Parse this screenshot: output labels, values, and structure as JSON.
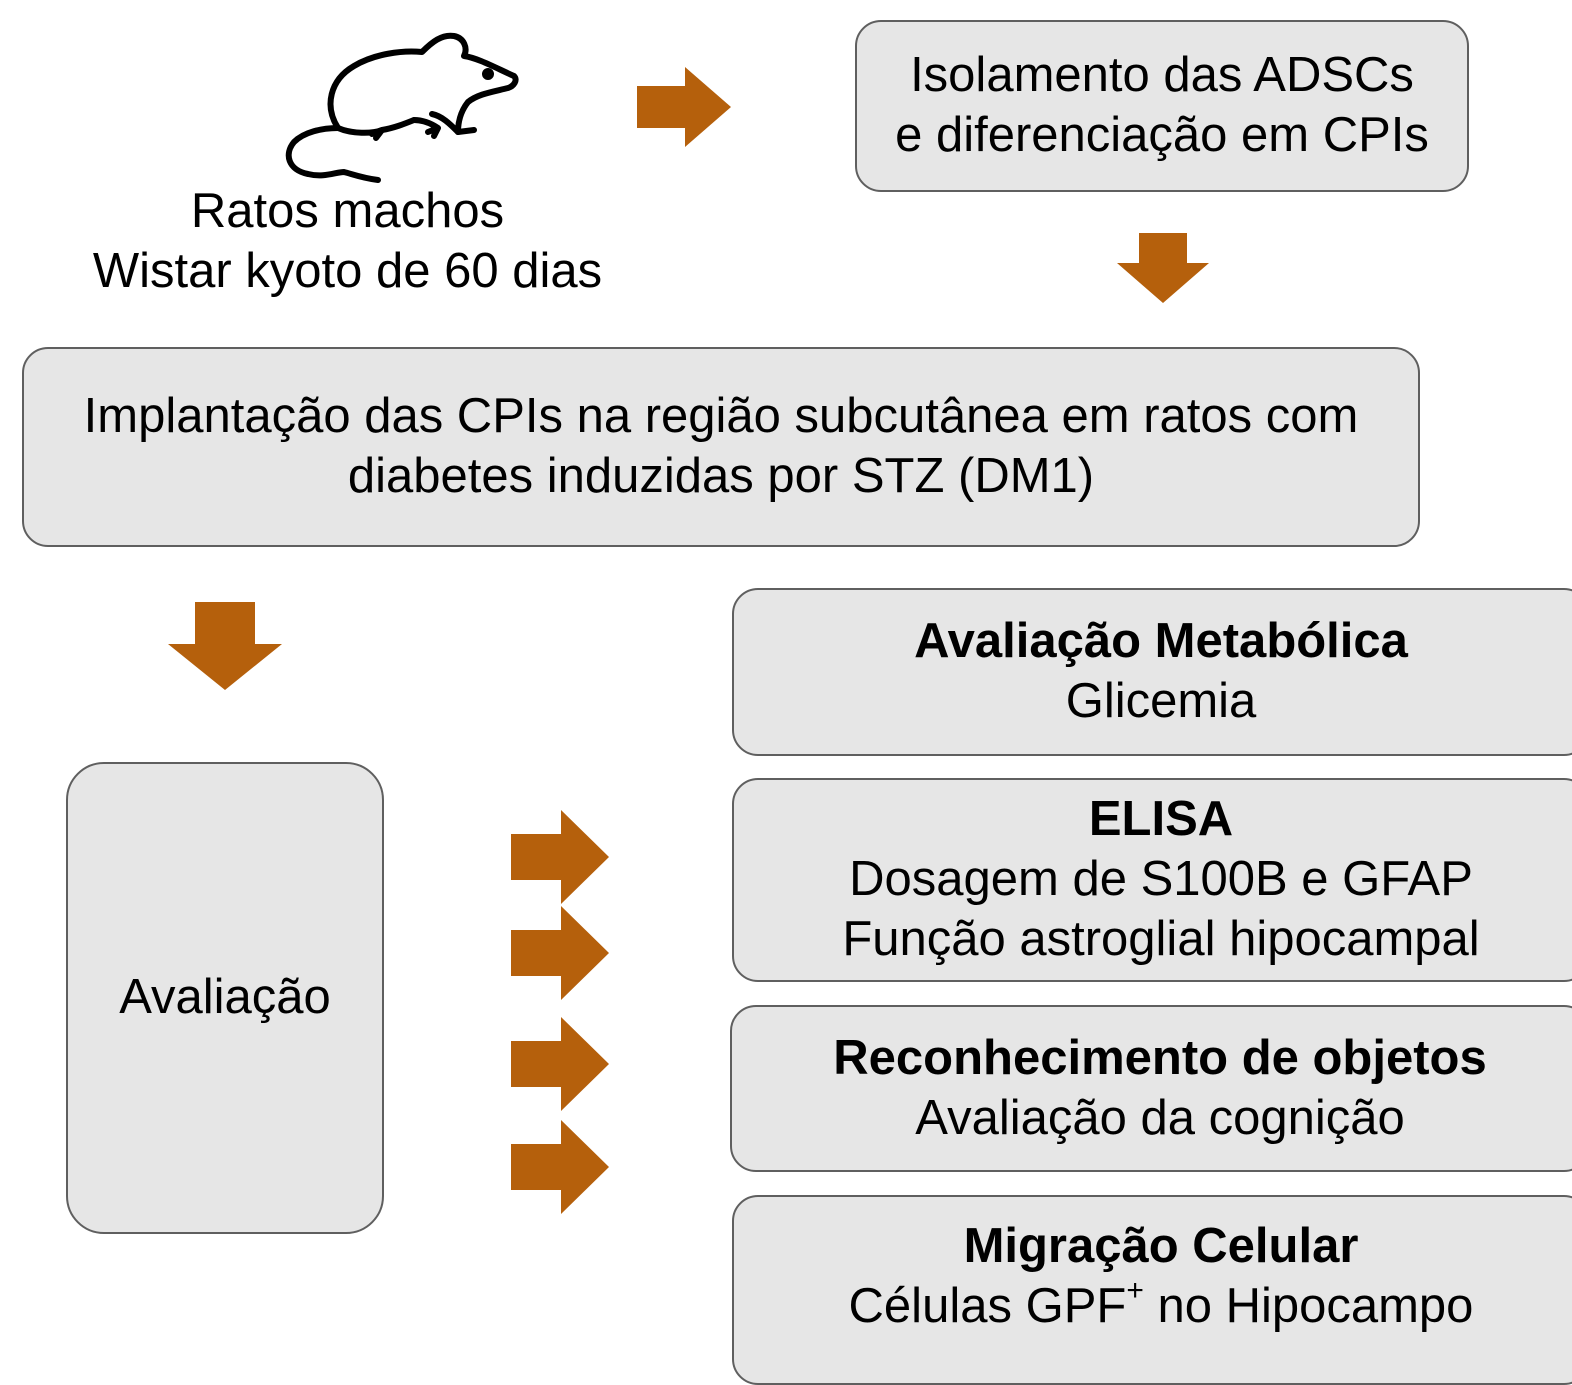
{
  "colors": {
    "arrow": "#b5600c",
    "box_fill": "#e6e6e6",
    "box_border": "#5f5f5f"
  },
  "icons": {
    "rat": "rat-icon",
    "arrows": "thick-block-arrow"
  },
  "rat_caption": {
    "line1": "Ratos machos",
    "line2": "Wistar kyoto de 60 dias"
  },
  "isolation_box": {
    "line1": "Isolamento das ADSCs",
    "line2": "e diferenciação em CPIs"
  },
  "implant_box": {
    "line1": "Implantação das CPIs na região subcutânea em ratos com",
    "line2": "diabetes induzidas por STZ (DM1)"
  },
  "evaluation_box": {
    "label": "Avaliação"
  },
  "outcomes": [
    {
      "title": "Avaliação Metabólica",
      "lines": [
        "Glicemia"
      ]
    },
    {
      "title": "ELISA",
      "lines": [
        "Dosagem de S100B e GFAP",
        "Função astroglial hipocampal"
      ]
    },
    {
      "title": "Reconhecimento de objetos",
      "lines": [
        "Avaliação da cognição"
      ]
    },
    {
      "title": "Migração Celular",
      "lines": [
        "Células GPF",
        "no Hipocampo"
      ],
      "superscript": "+"
    }
  ]
}
